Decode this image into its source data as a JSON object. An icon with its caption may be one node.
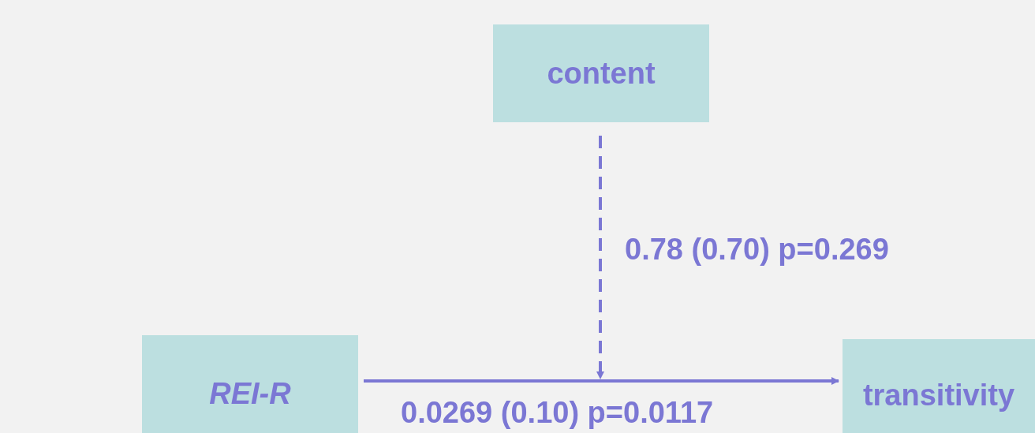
{
  "diagram": {
    "nodes": [
      {
        "text": [
          "content"
        ]
      },
      {
        "text": [
          "REI-R"
        ]
      },
      {
        "text": [
          "transitivity"
        ]
      }
    ],
    "edges": [
      {
        "from": 0,
        "to": null,
        "arrow": "to",
        "style": "dashed",
        "label": "0.78 (0.70) p=0.269"
      },
      {
        "from": 1,
        "to": 2,
        "arrow": "to",
        "label": "0.0269 (0.10) p=0.0117"
      }
    ]
  }
}
